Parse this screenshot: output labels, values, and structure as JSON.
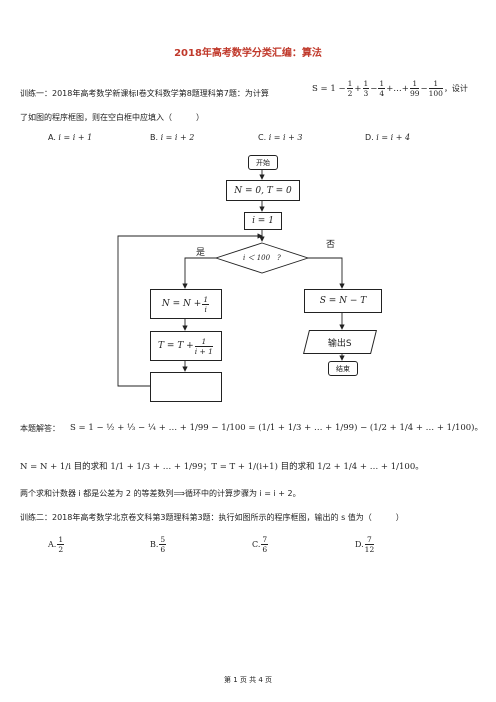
{
  "title": "2018年高考数学分类汇编：算法",
  "q1": {
    "prefix": "训练一：2018年高考数学新课标Ⅰ卷文科数学第8题理科第7题：为计算",
    "formula_s": "S = 1 −",
    "fracs": [
      {
        "n": "1",
        "d": "2"
      },
      {
        "n": "1",
        "d": "3"
      },
      {
        "n": "1",
        "d": "4"
      },
      {
        "n": "1",
        "d": "99"
      },
      {
        "n": "1",
        "d": "100"
      }
    ],
    "suffix": "，设计",
    "line2": "了如图的程序框图，则在空白框中应填入（　　　）",
    "options": [
      {
        "label": "A.",
        "text": "i = i + 1"
      },
      {
        "label": "B.",
        "text": "i = i + 2"
      },
      {
        "label": "C.",
        "text": "i = i + 3"
      },
      {
        "label": "D.",
        "text": "i = i + 4"
      }
    ]
  },
  "flowchart": {
    "start": "开始",
    "init": "N = 0, T = 0",
    "i_init": "i = 1",
    "cond": "i ＜ 100　?",
    "yes": "是",
    "no": "否",
    "n_update_left": "N = N +",
    "n_frac": {
      "n": "1",
      "d": "i"
    },
    "t_update_left": "T = T +",
    "t_frac": {
      "n": "1",
      "d": "i + 1"
    },
    "s_calc": "S = N − T",
    "output": "输出S",
    "end": "结束"
  },
  "solution": {
    "label": "本题解答：",
    "line1": "S = 1 − ½ + ⅓ − ¼ + … + 1/99 − 1/100 = (1/1 + 1/3 + … + 1/99) − (1/2 + 1/4 + … + 1/100)。",
    "line2": "N = N + 1/i 目的求和 1/1 + 1/3 + … + 1/99；T = T + 1/(i+1) 目的求和 1/2 + 1/4 + … + 1/100。",
    "line3": "两个求和计数器 i 都是公差为 2 的等差数列⟹循环中的计算步骤为 i = i + 2。"
  },
  "q2": {
    "text": "训练二：2018年高考数学北京卷文科第3题理科第3题：执行如图所示的程序框图，输出的 s 值为（　　　）",
    "options": [
      {
        "label": "A.",
        "n": "1",
        "d": "2"
      },
      {
        "label": "B.",
        "n": "5",
        "d": "6"
      },
      {
        "label": "C.",
        "n": "7",
        "d": "6"
      },
      {
        "label": "D.",
        "n": "7",
        "d": "12"
      }
    ]
  },
  "footer": "第 1 页  共 4 页"
}
